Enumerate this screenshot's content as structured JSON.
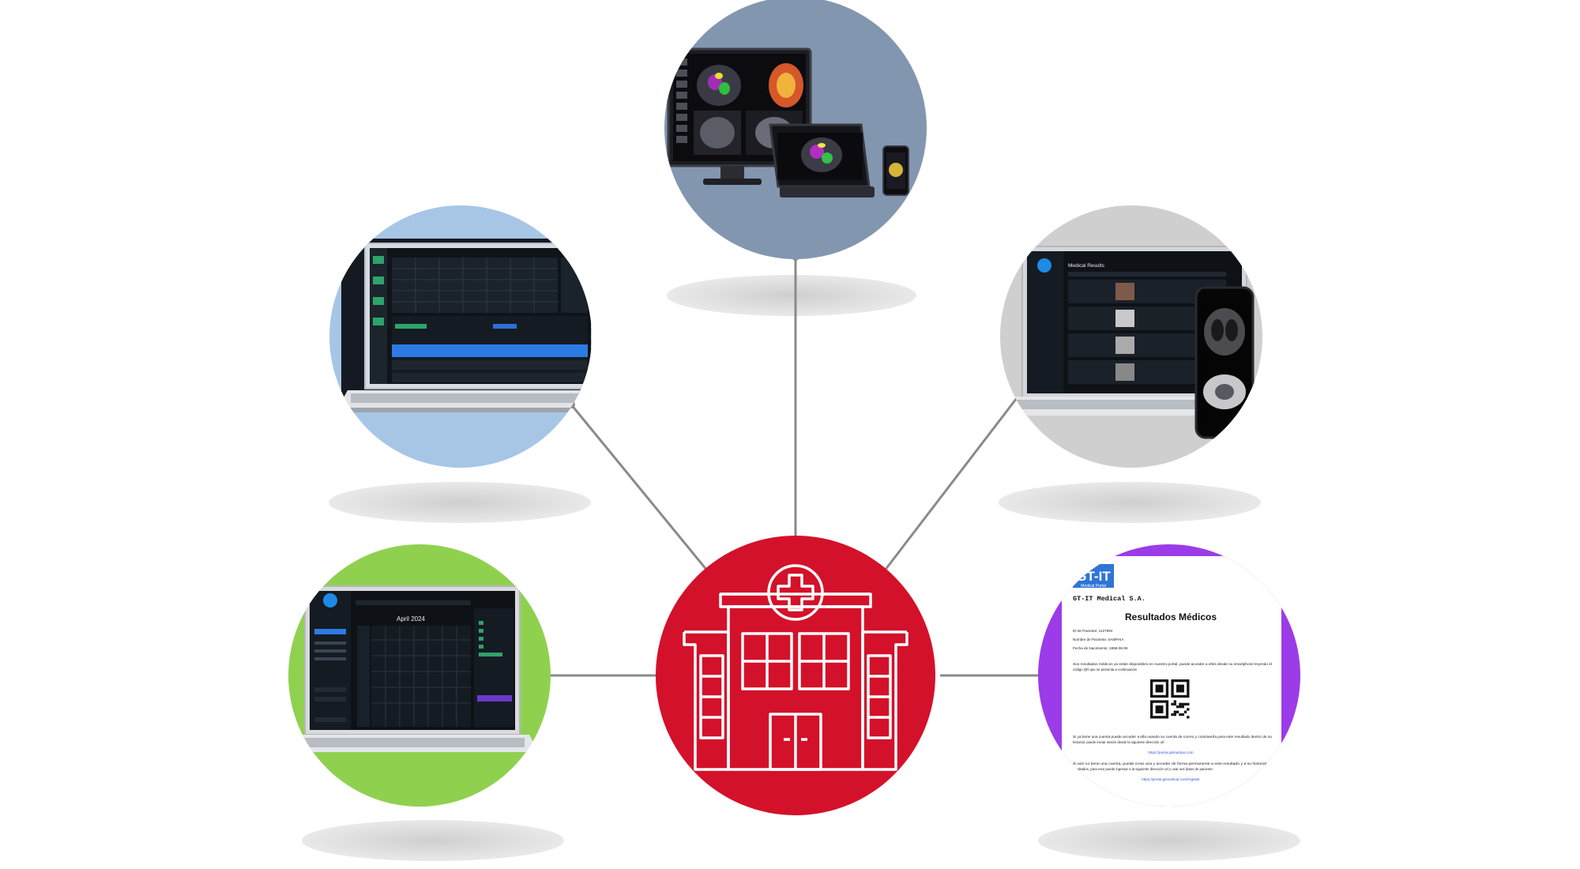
{
  "colors": {
    "hub": "#d4112a",
    "top_circle": "#8396b0",
    "left_circle": "#a7c6e6",
    "right_circle": "#cfcfcf",
    "bottom_left_circle": "#8fd14f",
    "bottom_right_circle": "#9b3ce8",
    "connector": "#8a8a8a",
    "shadow": "#d6d6d6"
  },
  "icons": {
    "hub": "hospital-building-icon",
    "top": "multi-device-viewer-icon",
    "left": "laptop-scheduler-icon",
    "right": "laptop-phone-results-icon",
    "bottom_left": "laptop-calendar-icon",
    "bottom_right": "medical-report-document-icon"
  },
  "calendar_screen": {
    "month_title": "April 2024"
  },
  "results_screen": {
    "title": "Medical Results"
  },
  "report": {
    "logo_text": "GT-IT",
    "logo_sub": "Medical Portal",
    "company": "GT-IT Medical S.A.",
    "title": "Resultados Médicos",
    "patient_id": "ID de Paciente: 1127994",
    "patient_name": "Nombre de Paciente: SAMPAIA",
    "birth_date": "Fecha de Nacimiento: 1958-06-06",
    "paragraph_1a": "Sus resultados médicos ya están disponibles en nuestro portal, puede acceder a ellos desde su smartphone leyendo el",
    "paragraph_1b": "código QR que se presenta a continuación",
    "paragraph_2a": "Si ya tiene una cuenta puede acceder a ella usando su cuenta de correo y contraseña para este resultado dentro de su",
    "paragraph_2b": "historial, puede iniciar sesión desde la siguiente dirección url:",
    "login_url": "https://portal.gitmedical.com",
    "paragraph_3a": "Si aún no tiene una cuenta, puede crear una y acceder de forma permanente a este resultado y a su historial de",
    "paragraph_3b": "resultados, para esto puede ingresar a la siguiente dirección url y usar sus datos de paciente:",
    "register_url": "https://portal.gitmedical.com/register"
  }
}
